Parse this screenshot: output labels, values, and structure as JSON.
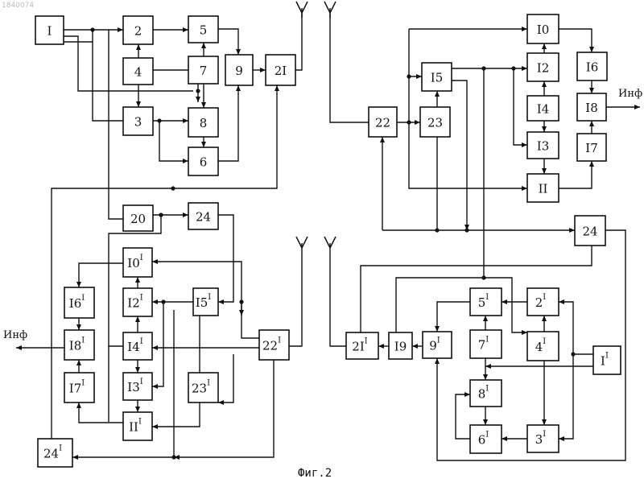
{
  "watermark": "1840074",
  "caption": "Фиг.2",
  "output_labels": {
    "right": "Инф",
    "left": "Инф"
  },
  "blocks": {
    "A1": "I",
    "A2": "2",
    "A4": "4",
    "A5": "5",
    "A7": "7",
    "A3": "3",
    "A8": "8",
    "A6": "6",
    "A9": "9",
    "A21": "2I",
    "A20": "20",
    "A24": "24",
    "B10": "I0",
    "B12": "I2",
    "B14": "I4",
    "B13": "I3",
    "B11": "II",
    "B15": "I5",
    "B22": "22",
    "B23": "23",
    "B16": "I6",
    "B18": "I8",
    "B17": "I7",
    "B24": "24",
    "C10": "I0",
    "C16": "I6",
    "C12": "I2",
    "C15": "I5",
    "C18": "I8",
    "C14": "I4",
    "C22": "22",
    "C17": "I7",
    "C13": "I3",
    "C23": "23",
    "C11": "II",
    "C24": "24",
    "D21": "2I",
    "D19": "I9",
    "D9": "9",
    "D5": "5",
    "D2": "2",
    "D7": "7",
    "D4": "4",
    "D1": "I",
    "D8": "8",
    "D6": "6",
    "D3": "3"
  },
  "superscript": "I"
}
